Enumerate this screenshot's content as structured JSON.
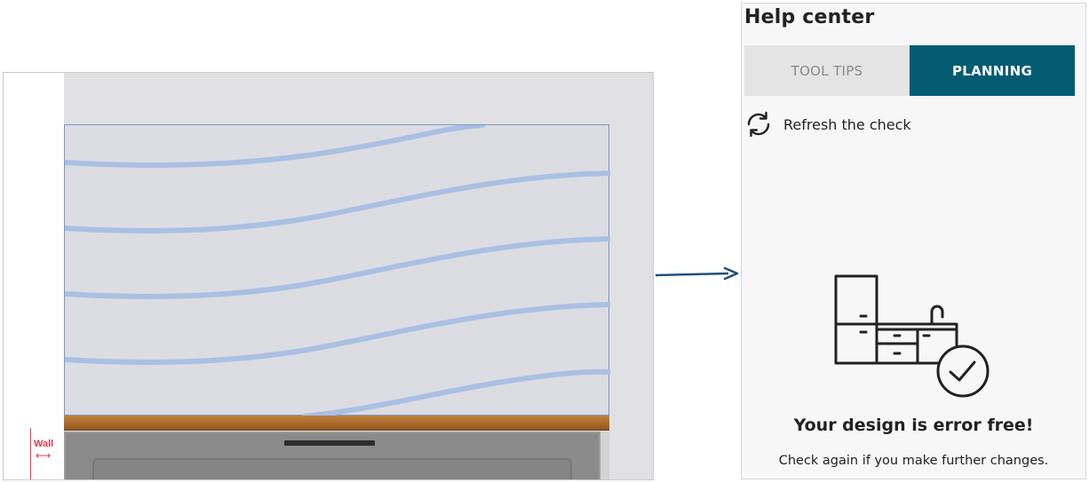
{
  "preview": {
    "wall_label": "Wall",
    "wall_arrows": "⟷"
  },
  "help_center": {
    "title": "Help center",
    "tabs": [
      {
        "label": "TOOL TIPS",
        "active": false
      },
      {
        "label": "PLANNING",
        "active": true
      }
    ],
    "refresh_label": "Refresh the check",
    "status_title": "Your design is error free!",
    "status_subtitle": "Check again if you make further changes."
  },
  "colors": {
    "accent": "#045c73",
    "wall_marker": "#e23a4a",
    "arrow": "#1f4f7a",
    "pattern": "#a9c0e3"
  },
  "icons": {
    "refresh": "refresh-icon",
    "kitchen": "kitchen-check-illustration",
    "arrow": "arrow-right-icon"
  }
}
